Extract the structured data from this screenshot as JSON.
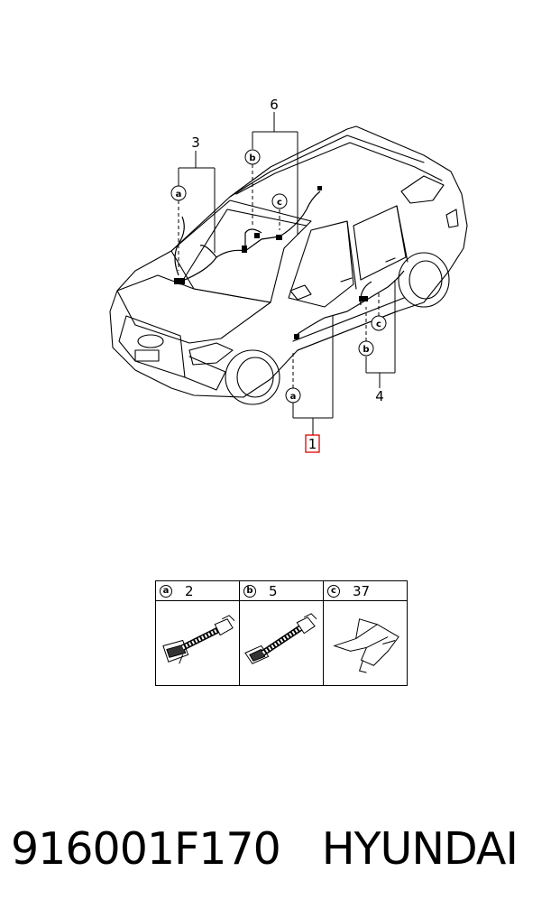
{
  "callouts": {
    "c1": "1",
    "c3": "3",
    "c4": "4",
    "c6": "6"
  },
  "letters": {
    "a": "a",
    "b": "b",
    "c": "c"
  },
  "legend": [
    {
      "letter": "a",
      "qty": "2"
    },
    {
      "letter": "b",
      "qty": "5"
    },
    {
      "letter": "c",
      "qty": "37"
    }
  ],
  "footer": {
    "part_number": "916001F170",
    "brand": "HYUNDAI"
  },
  "colors": {
    "highlight": "#e00000",
    "line": "#000000"
  },
  "icons": [
    "car-outline-icon",
    "grommet-a-icon",
    "grommet-b-icon",
    "clip-c-icon"
  ]
}
